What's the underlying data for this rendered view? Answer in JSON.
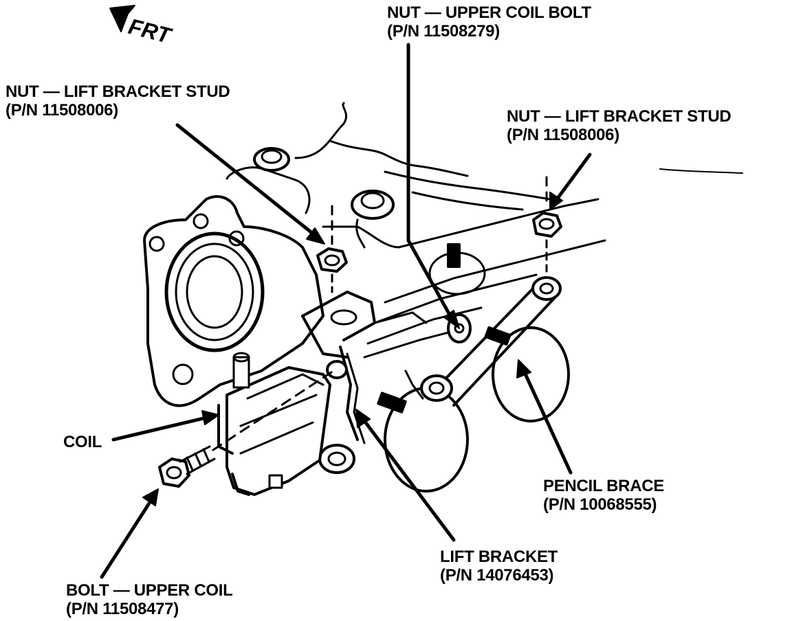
{
  "orientation": {
    "text": "FRT"
  },
  "callouts": {
    "nut_upper_coil_bolt": {
      "line1": "NUT — UPPER COIL BOLT",
      "line2": "(P/N 11508279)"
    },
    "nut_lift_bracket_stud_left": {
      "line1": "NUT — LIFT BRACKET STUD",
      "line2": "(P/N 11508006)"
    },
    "nut_lift_bracket_stud_right": {
      "line1": "NUT — LIFT BRACKET STUD",
      "line2": "(P/N 11508006)"
    },
    "coil": {
      "line1": "COIL"
    },
    "pencil_brace": {
      "line1": "PENCIL BRACE",
      "line2": "(P/N 10068555)"
    },
    "lift_bracket": {
      "line1": "LIFT BRACKET",
      "line2": "(P/N 14076453)"
    },
    "bolt_upper_coil": {
      "line1": "BOLT — UPPER COIL",
      "line2": "(P/N 11508477)"
    }
  },
  "colors": {
    "ink": "#000000",
    "paper": "#ffffff"
  }
}
